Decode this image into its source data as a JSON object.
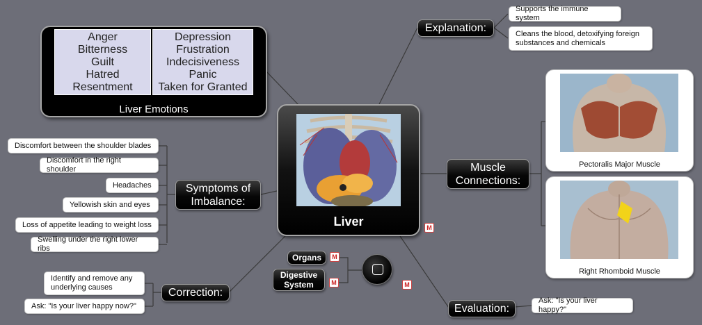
{
  "central": {
    "title": "Liver"
  },
  "emotions": {
    "title": "Liver Emotions",
    "left_column": [
      "Anger",
      "Bitterness",
      "Guilt",
      "Hatred",
      "Resentment"
    ],
    "right_column": [
      "Depression",
      "Frustration",
      "Indecisiveness",
      "Panic",
      "Taken for Granted"
    ]
  },
  "explanation": {
    "label": "Explanation:",
    "items": [
      "Supports the immune system",
      "Cleans the blood, detoxifying foreign substances and chemicals"
    ]
  },
  "symptoms": {
    "label": "Symptoms of Imbalance:",
    "items": [
      "Discomfort between the shoulder blades",
      "Discomfort in the right shoulder",
      "Headaches",
      "Yellowish skin and eyes",
      "Loss of appetite leading to weight loss",
      "Swelling under the right lower ribs"
    ]
  },
  "muscles": {
    "label": "Muscle Connections:",
    "items": [
      "Pectoralis Major Muscle",
      "Right Rhomboid Muscle"
    ]
  },
  "correction": {
    "label": "Correction:",
    "items": [
      "Identify and remove any underlying causes",
      "Ask: \"Is your liver happy now?\""
    ]
  },
  "evaluation": {
    "label": "Evaluation:",
    "items": [
      "Ask: \"Is your liver happy?\""
    ]
  },
  "links": {
    "organs": "Organs",
    "digestive": "Digestive System"
  },
  "icons": {
    "note": "note-icon",
    "topic": "topic-bubble-icon"
  },
  "colors": {
    "background": "#6d6e78",
    "node_dark": "#000000",
    "emotion_fill": "#d8d8ec",
    "leaf_fill": "#ffffff"
  }
}
